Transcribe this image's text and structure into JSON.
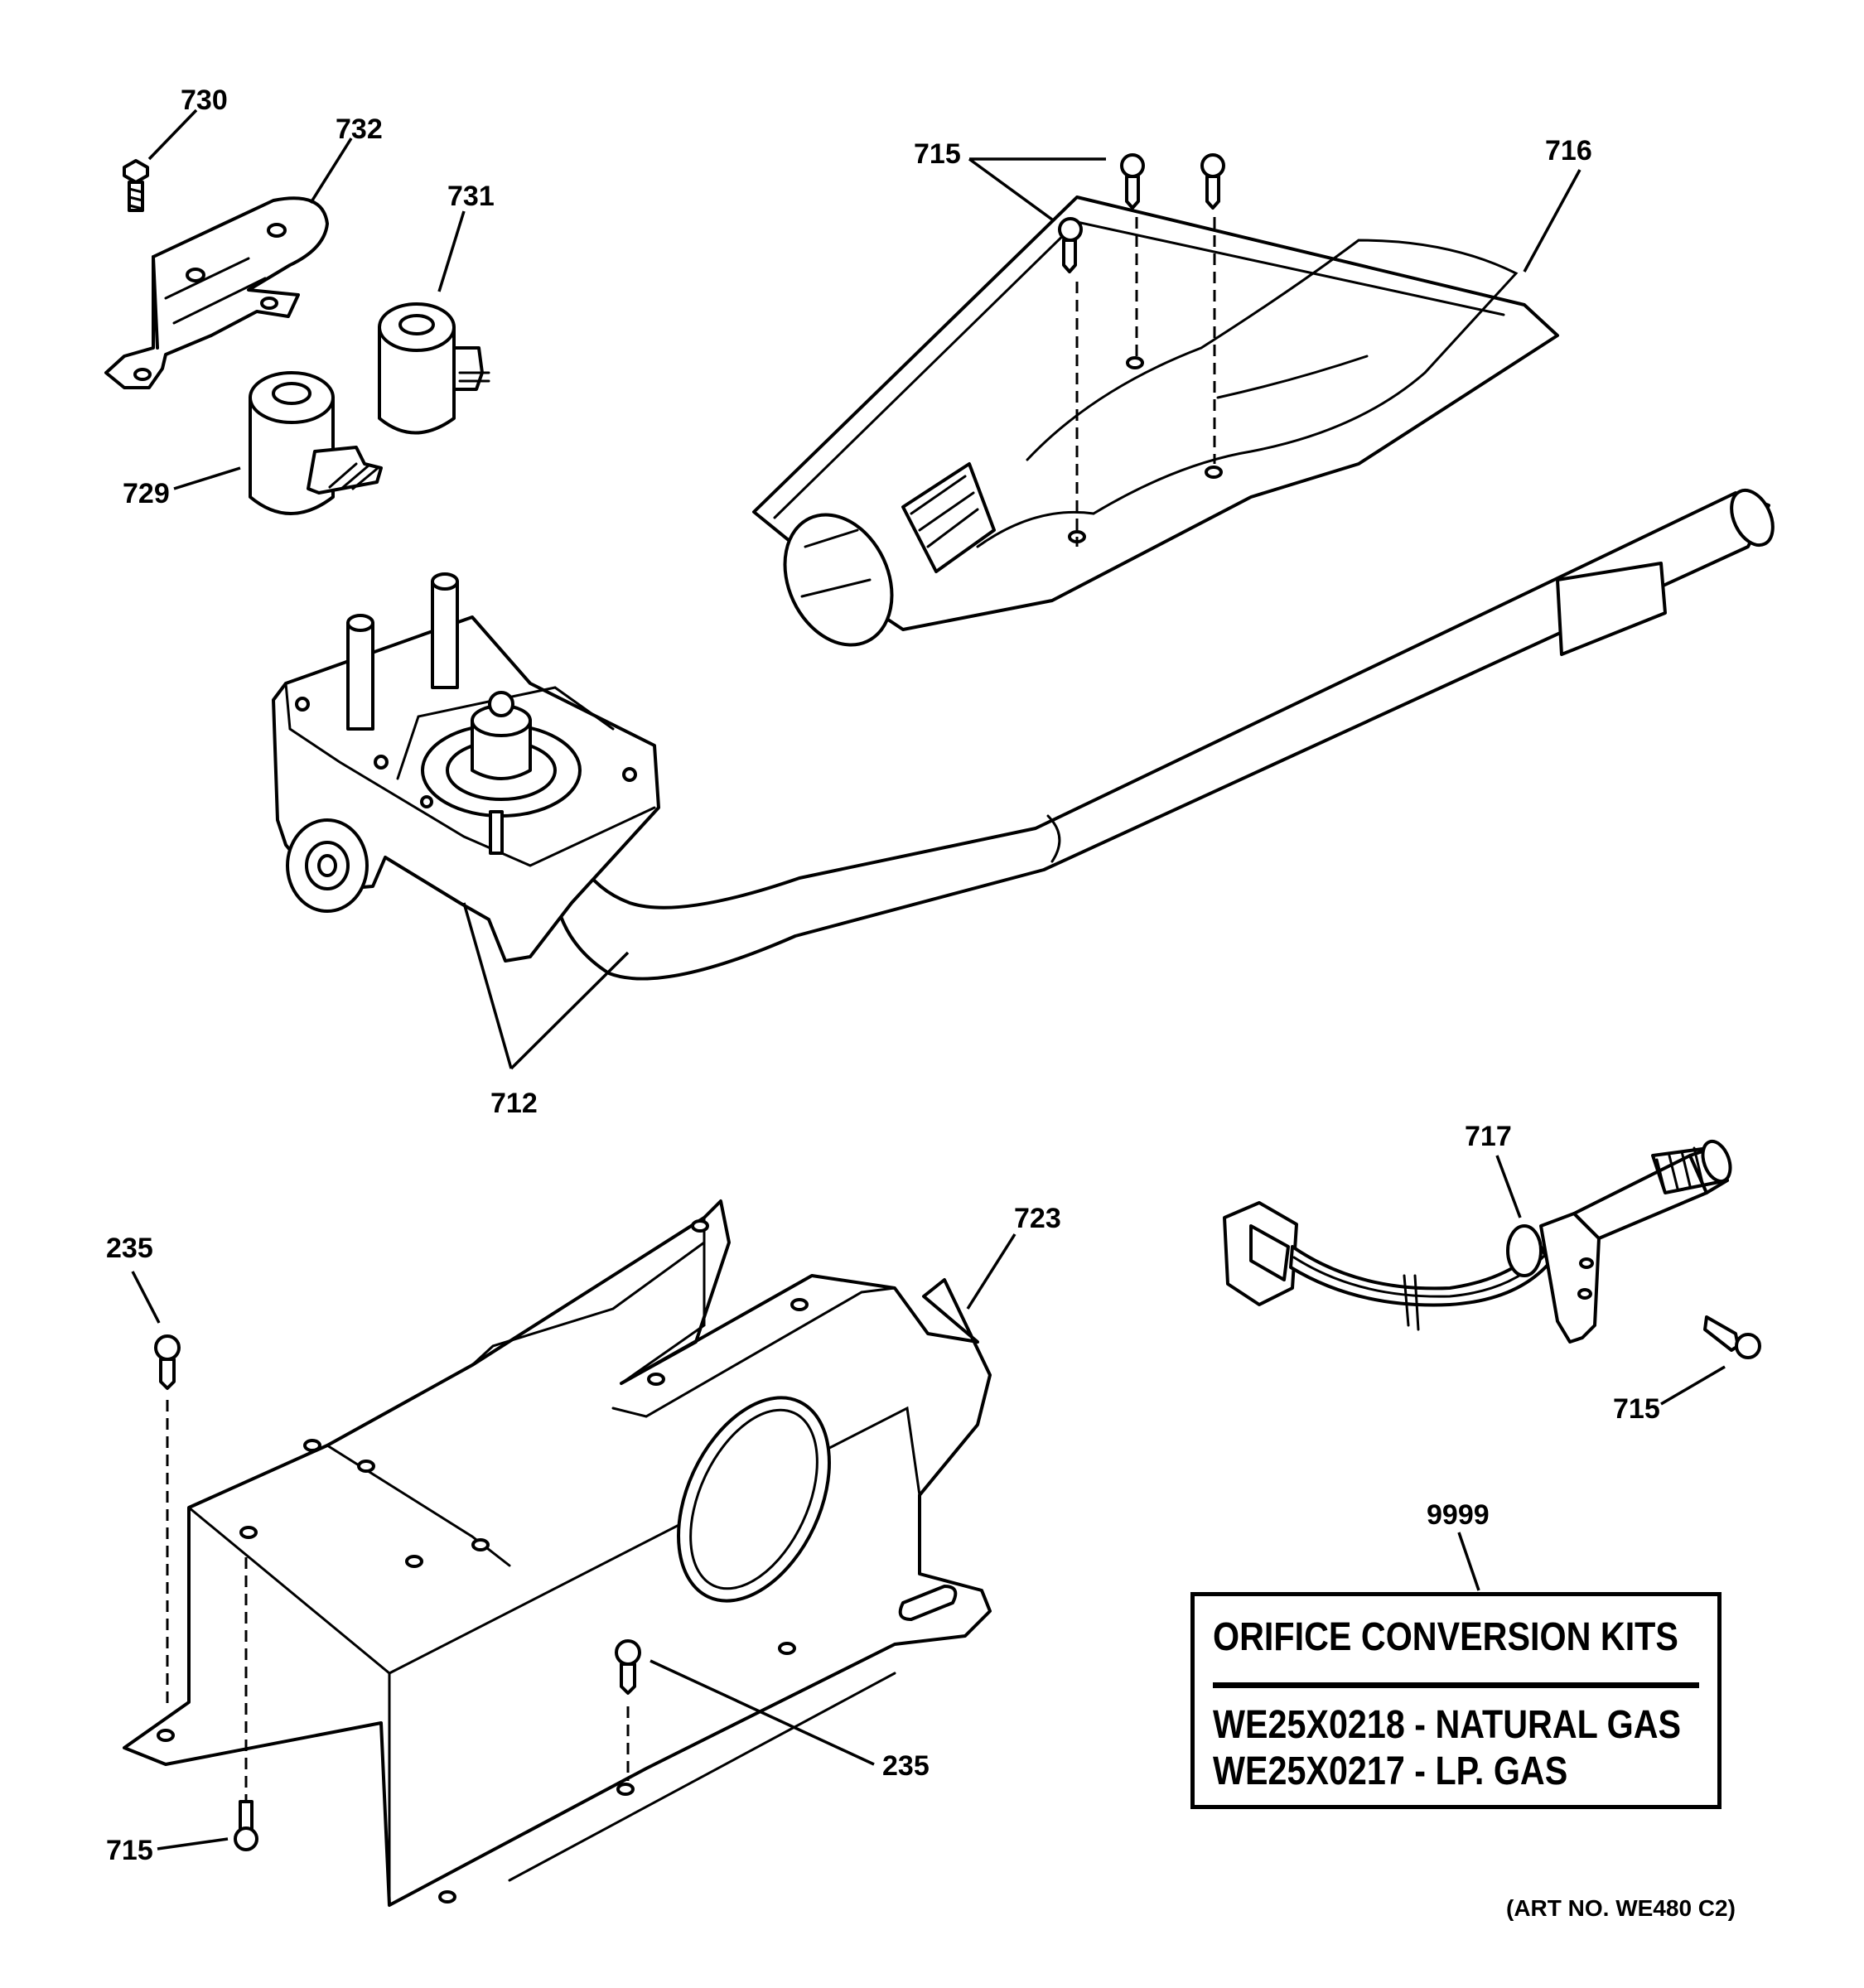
{
  "callouts": {
    "c730": "730",
    "c732": "732",
    "c731": "731",
    "c729": "729",
    "c715_top": "715",
    "c716": "716",
    "c712": "712",
    "c717": "717",
    "c235_left": "235",
    "c723": "723",
    "c715_right": "715",
    "c9999": "9999",
    "c235_bottom": "235",
    "c715_bottom": "715"
  },
  "kit": {
    "title": "ORIFICE CONVERSION KITS",
    "lines": [
      "WE25X0218 - NATURAL GAS",
      "WE25X0217 - LP. GAS"
    ]
  },
  "art_number": "(ART NO. WE480 C2)"
}
